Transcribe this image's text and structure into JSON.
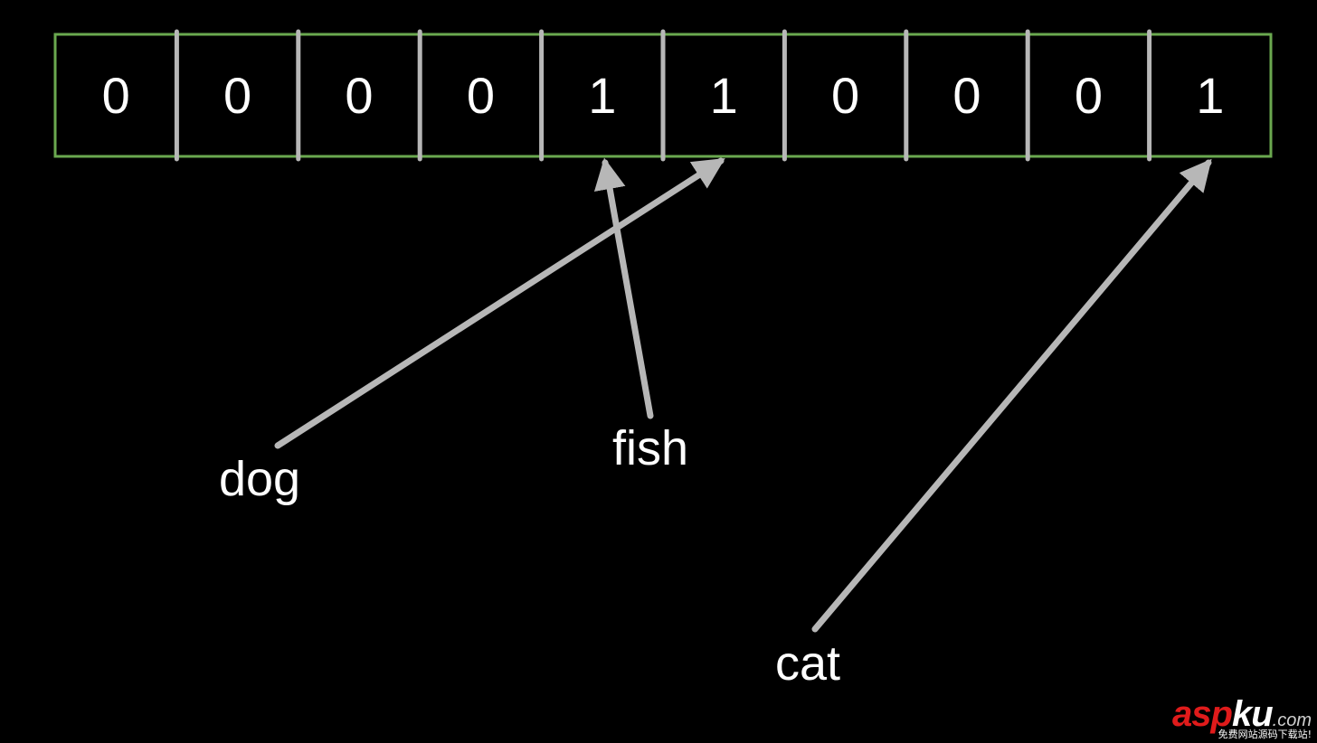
{
  "bit_array": {
    "cells": [
      "0",
      "0",
      "0",
      "0",
      "1",
      "1",
      "0",
      "0",
      "0",
      "1"
    ]
  },
  "words": [
    {
      "label": "dog",
      "target_cell": 5
    },
    {
      "label": "fish",
      "target_cell": 4
    },
    {
      "label": "cat",
      "target_cell": 9
    }
  ],
  "colors": {
    "background": "#000000",
    "array_border": "#6aa84f",
    "divider": "#b7b7b7",
    "arrow": "#b7b7b7",
    "text": "#ffffff",
    "watermark_red": "#e01b1b"
  },
  "watermark": {
    "brand_red": "asp",
    "brand_white": "ku",
    "domain": ".com",
    "tagline": "免费网站源码下载站!"
  }
}
